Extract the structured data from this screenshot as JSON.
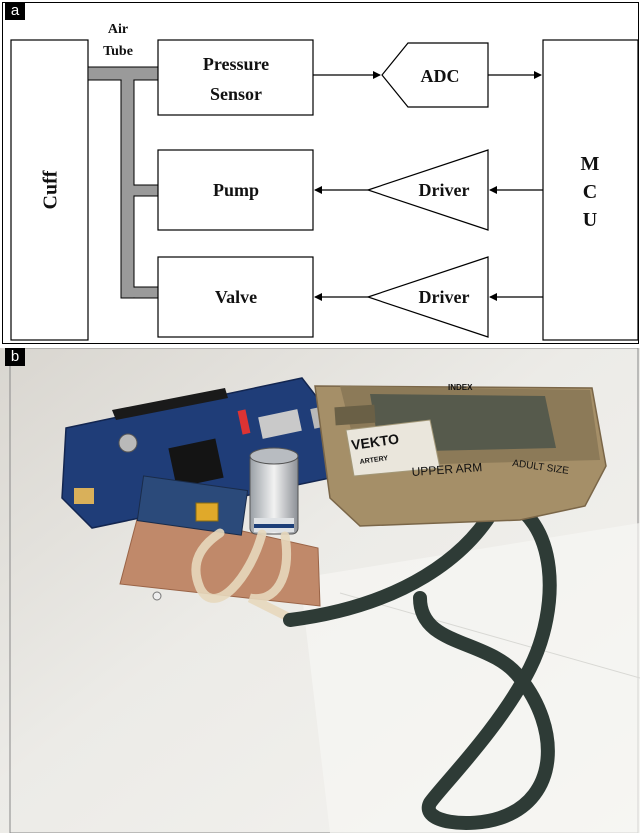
{
  "panels": {
    "a": {
      "tag": "a",
      "labels": {
        "air_tube_line1": "Air",
        "air_tube_line2": "Tube",
        "cuff": "Cuff",
        "pressure_sensor_line1": "Pressure",
        "pressure_sensor_line2": "Sensor",
        "adc": "ADC",
        "pump": "Pump",
        "valve": "Valve",
        "driver_pump": "Driver",
        "driver_valve": "Driver",
        "mcu_m": "M",
        "mcu_c": "C",
        "mcu_u": "U"
      }
    },
    "b": {
      "tag": "b",
      "cuff_labels": {
        "brand": "VEKTO",
        "artery": "ARTERY",
        "index": "INDEX",
        "upper_arm": "UPPER ARM",
        "adult_size": "ADULT SIZE"
      }
    }
  },
  "colors": {
    "tube_fill": "#9a9a9a",
    "hose": "#2e3b36",
    "pcb_blue": "#1f3d78",
    "cuff_tan": "#a58f68",
    "cuff_mesh": "#565a4c",
    "perfboard": "#c0896a"
  }
}
